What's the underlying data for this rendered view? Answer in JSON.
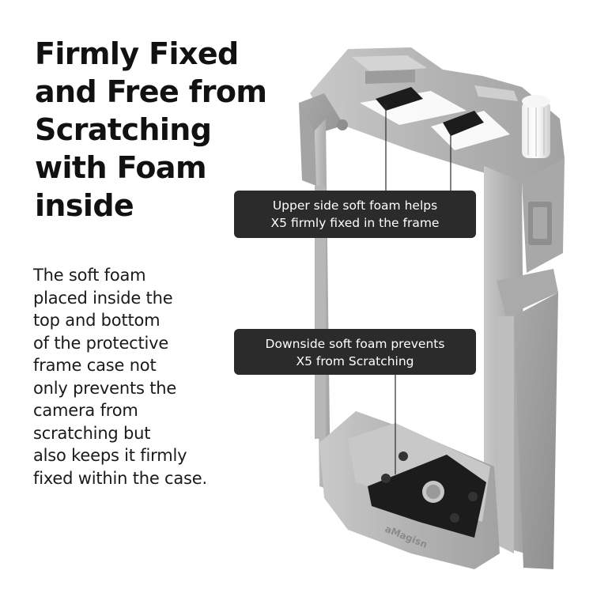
{
  "headline": {
    "lines": [
      "Firmly Fixed",
      "and Free from",
      "Scratching",
      "with Foam",
      "inside"
    ]
  },
  "description": {
    "lines": [
      "The soft foam",
      "placed inside the",
      "top and bottom",
      "of the protective",
      "frame case not",
      "only prevents the",
      "camera from",
      "scratching but",
      "also keeps it firmly",
      "fixed within the case."
    ]
  },
  "callouts": {
    "upper": {
      "lines": [
        "Upper side soft foam helps",
        "X5 firmly fixed in the frame"
      ]
    },
    "downside": {
      "lines": [
        "Downside soft foam prevents",
        "X5 from Scratching"
      ]
    }
  },
  "product": {
    "brand_engraving": "aMagisn",
    "frame_color": "#b9b9b9",
    "foam_color": "#1c1c1c"
  }
}
